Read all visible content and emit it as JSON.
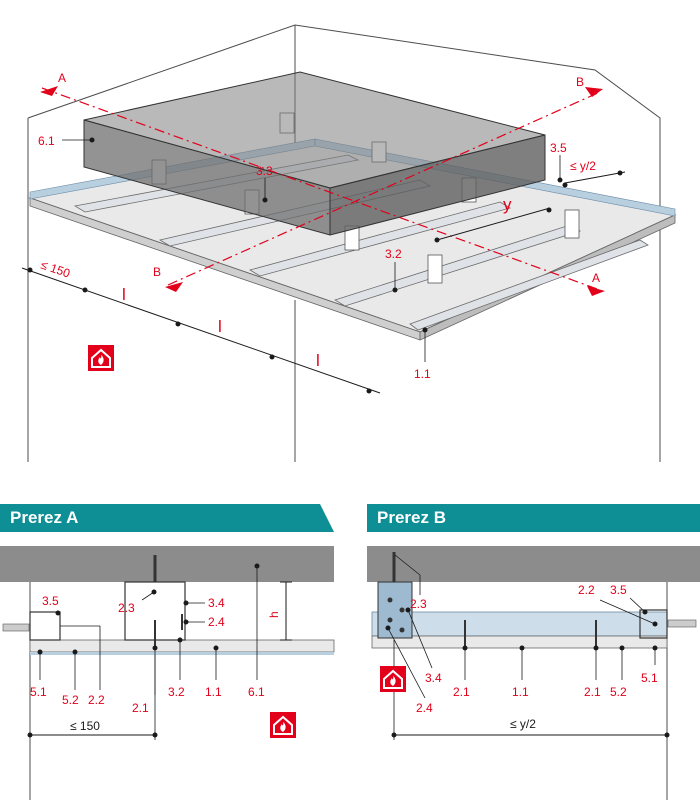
{
  "colors": {
    "accent_red": "#e2001a",
    "section_header_teal": "#0e8e95",
    "slab_gray": "#8c8c8c",
    "board_blue": "#b8cfe0",
    "wall_line": "#555555"
  },
  "icons": [
    "fire-protection-house-icon"
  ],
  "iso": {
    "section_markers": {
      "a_top": "A",
      "b_top": "B",
      "b_bottom": "B",
      "a_bottom": "A"
    },
    "labels": {
      "slab": "6.1",
      "hanger": "3.3",
      "ud_profile": "3.5",
      "cd_profile": "3.2",
      "board": "1.1"
    },
    "dims": {
      "y_half": "≤ y/2",
      "y": "y",
      "edge_150": "≤ 150",
      "spacing_1": "l",
      "spacing_2": "l",
      "spacing_3": "l"
    }
  },
  "section_a": {
    "title": "Prerez A",
    "labels": {
      "l_3_5": "3.5",
      "l_2_3": "2.3",
      "l_3_4": "3.4",
      "l_2_4": "2.4",
      "l_h": "h",
      "l_6_1": "6.1",
      "l_5_1": "5.1",
      "l_5_2": "5.2",
      "l_2_2": "2.2",
      "l_2_1": "2.1",
      "l_3_2": "3.2",
      "l_1_1": "1.1"
    },
    "dim_150": "≤ 150"
  },
  "section_b": {
    "title": "Prerez B",
    "labels": {
      "l_2_3": "2.3",
      "l_2_2": "2.2",
      "l_3_5": "3.5",
      "l_3_4": "3.4",
      "l_2_1a": "2.1",
      "l_1_1": "1.1",
      "l_2_1b": "2.1",
      "l_5_2": "5.2",
      "l_5_1": "5.1",
      "l_2_4": "2.4"
    },
    "dim_y2": "≤ y/2"
  }
}
